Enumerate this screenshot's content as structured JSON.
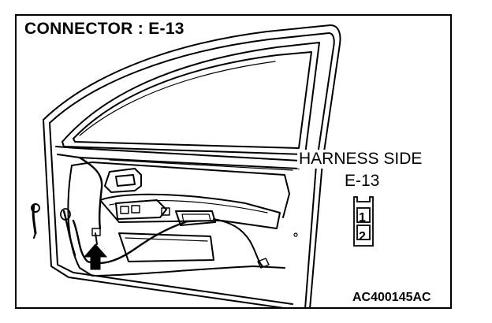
{
  "title": "CONNECTOR : E-13",
  "harness_side_label": "HARNESS SIDE",
  "connector_id": "E-13",
  "terminals": [
    "1",
    "2"
  ],
  "figure_code": "AC400145AC",
  "colors": {
    "line": "#000000",
    "background": "#ffffff"
  }
}
